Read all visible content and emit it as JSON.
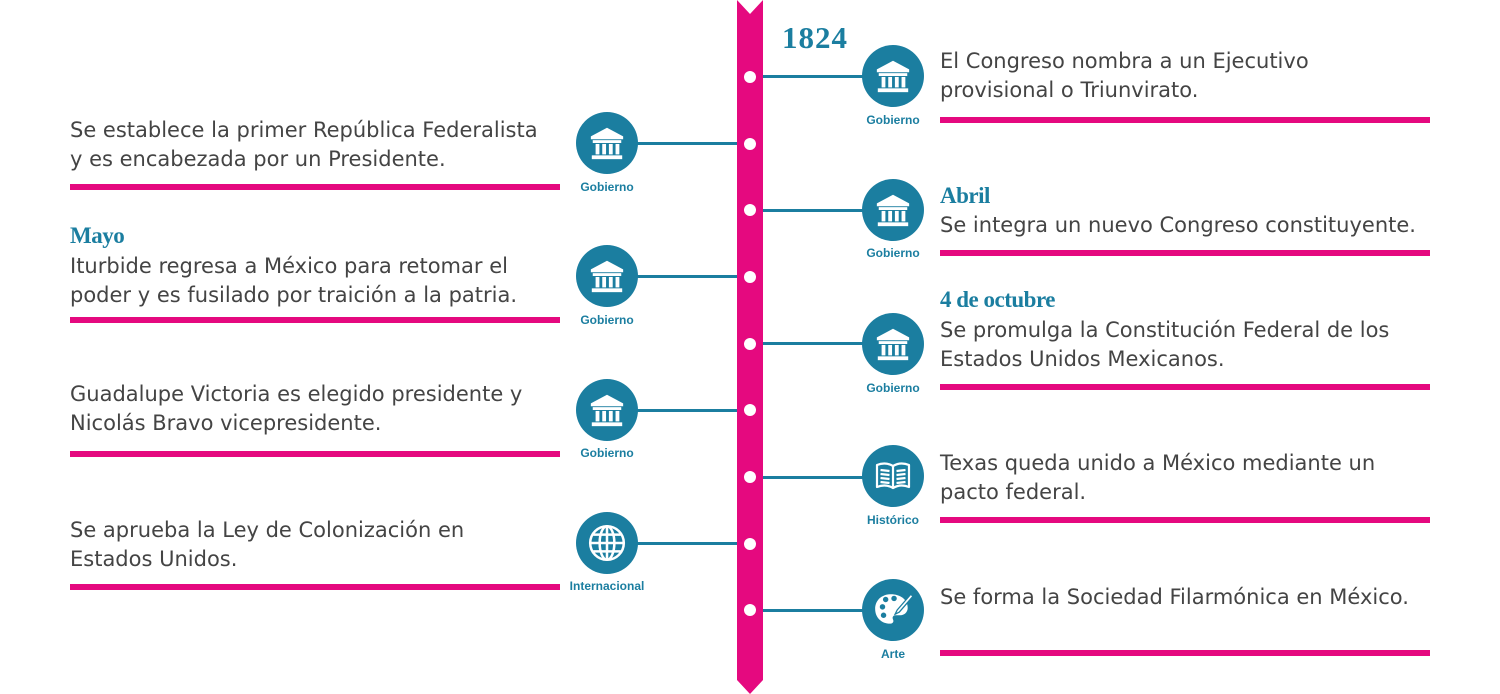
{
  "year": "1824",
  "colors": {
    "accent": "#e5097f",
    "primary": "#1b7ea0"
  },
  "events": {
    "r1": {
      "date": "",
      "text1": "El Congreso nombra a un Ejecutivo",
      "text2": "provisional o Triunvirato.",
      "category": "Gobierno",
      "icon": "government-building-icon"
    },
    "l1": {
      "date": "",
      "text1": "Se establece la primer República Federalista",
      "text2": "y es encabezada por un Presidente.",
      "category": "Gobierno",
      "icon": "government-building-icon"
    },
    "r2": {
      "date": "Abril",
      "text1": "Se integra un nuevo Congreso constituyente.",
      "text2": "",
      "category": "Gobierno",
      "icon": "government-building-icon"
    },
    "l2": {
      "date": "Mayo",
      "text1": "Iturbide regresa a México para retomar el",
      "text2": "poder y es fusilado por traición a la patria.",
      "category": "Gobierno",
      "icon": "government-building-icon"
    },
    "r3": {
      "date": "4 de octubre",
      "text1": "Se promulga la Constitución Federal de los",
      "text2": "Estados Unidos Mexicanos.",
      "category": "Gobierno",
      "icon": "government-building-icon"
    },
    "l3": {
      "date": "",
      "text1": "Guadalupe Victoria es elegido presidente y",
      "text2": "Nicolás Bravo vicepresidente.",
      "category": "Gobierno",
      "icon": "government-building-icon"
    },
    "r4": {
      "date": "",
      "text1": "Texas queda unido a México mediante un",
      "text2": "pacto federal.",
      "category": "Histórico",
      "icon": "open-book-icon"
    },
    "l4": {
      "date": "",
      "text1": "Se aprueba la Ley de Colonización en",
      "text2": "Estados Unidos.",
      "category": "Internacional",
      "icon": "globe-icon"
    },
    "r5": {
      "date": "",
      "text1": "Se forma la Sociedad Filarmónica en México.",
      "text2": "",
      "category": "Arte",
      "icon": "art-palette-icon"
    }
  }
}
